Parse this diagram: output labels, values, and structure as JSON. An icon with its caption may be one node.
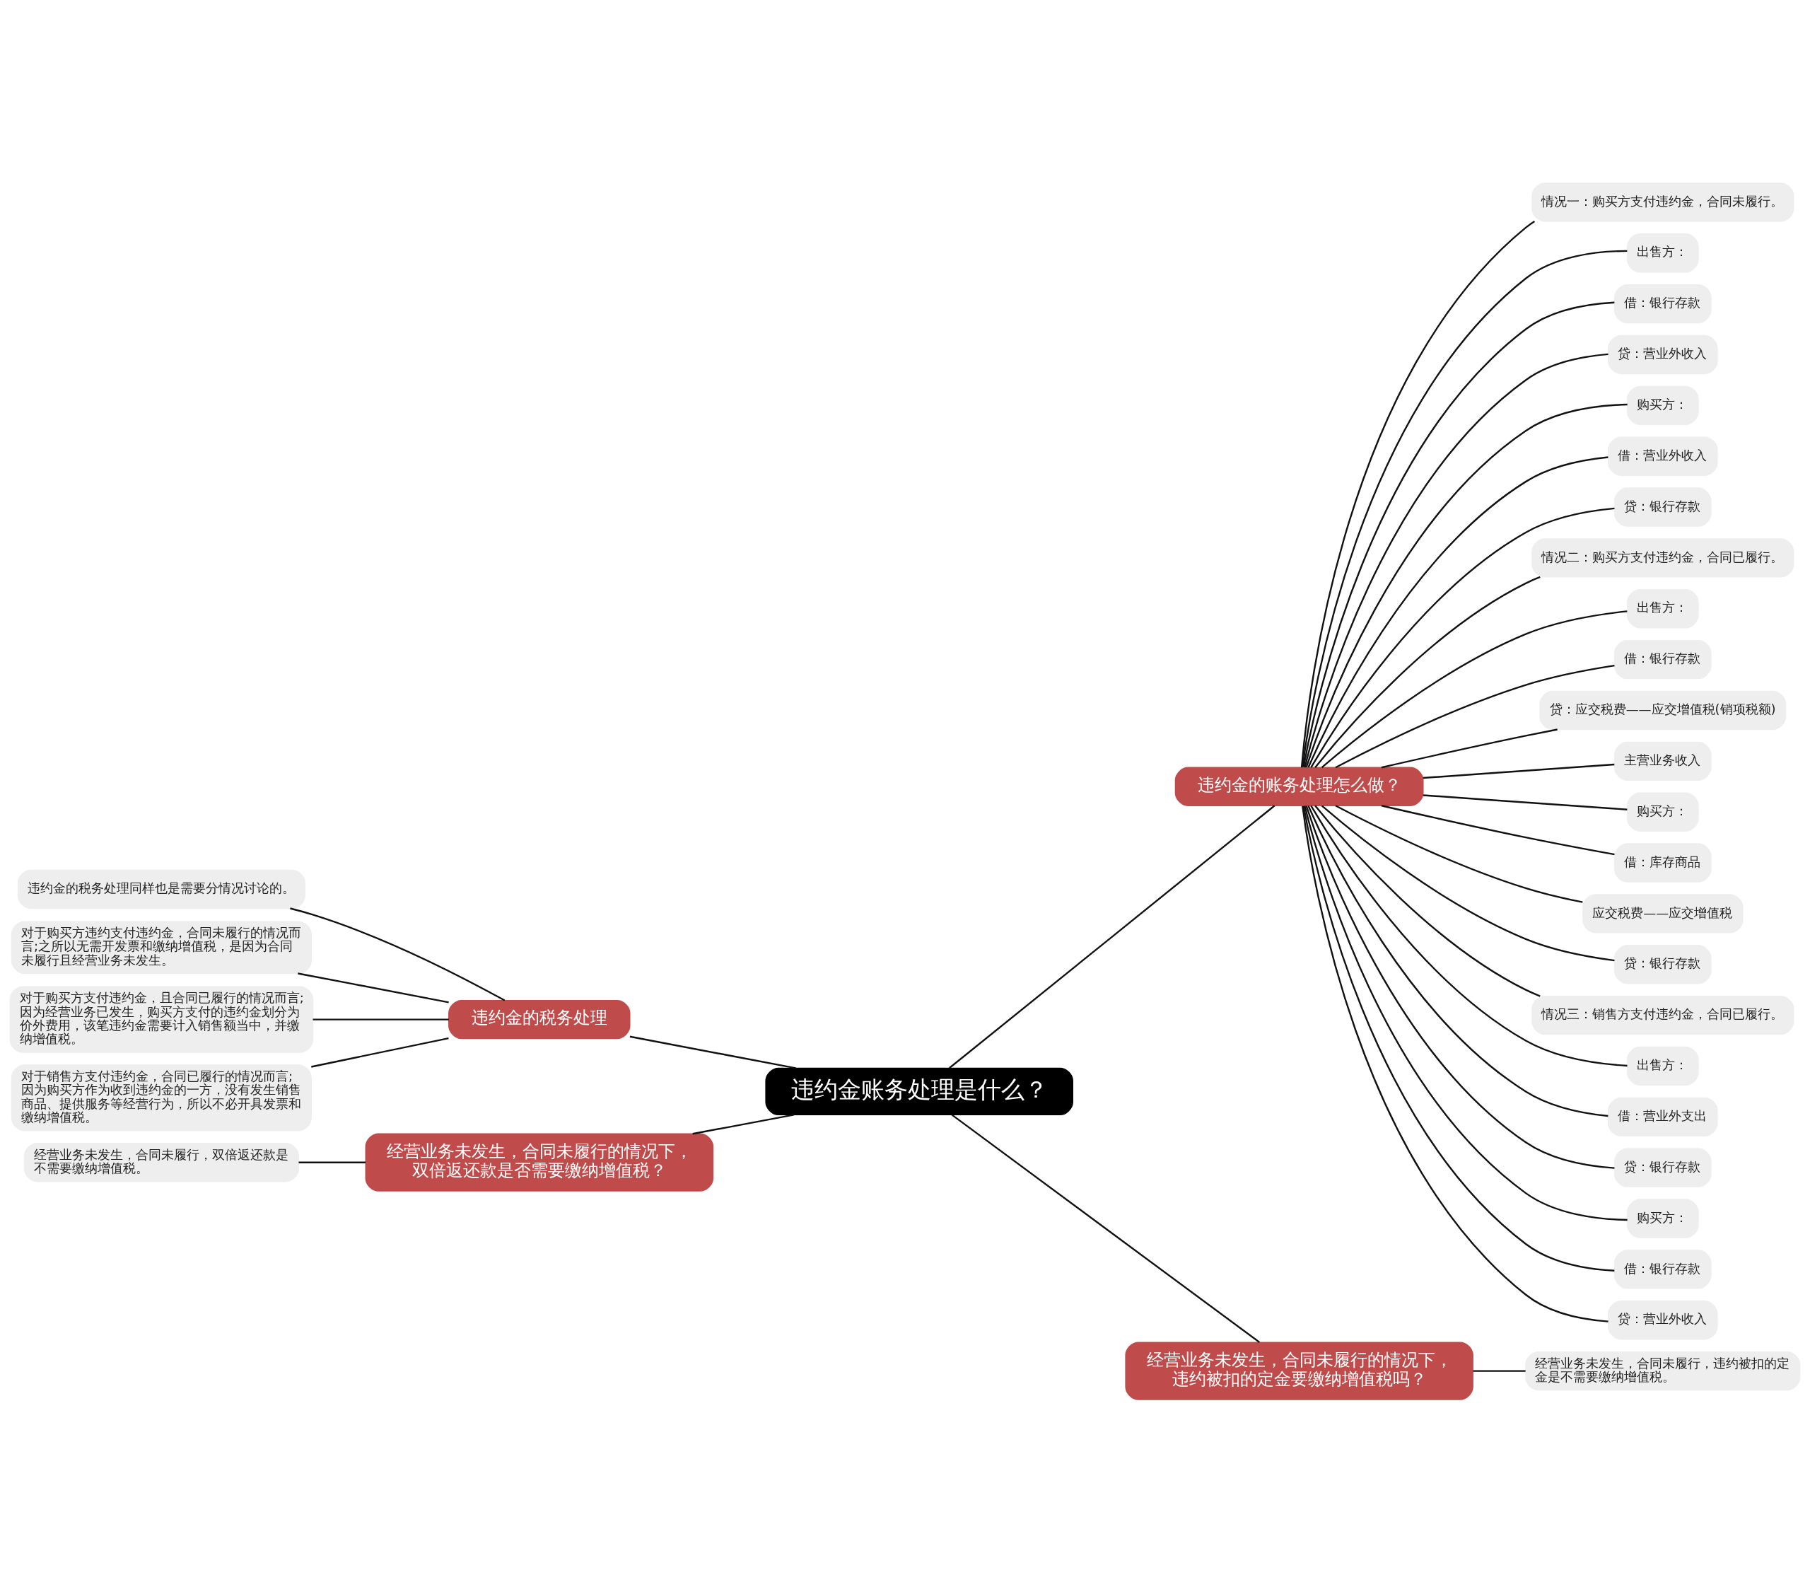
{
  "diagram": {
    "nodes": [
      {
        "text": [
          "违约金账务处理是什么？"
        ]
      },
      {
        "text": [
          "违约金的账务处理怎么做？"
        ]
      },
      {
        "text": [
          "情况一：购买方支付违约金，合同未履行。"
        ]
      },
      {
        "text": [
          "出售方："
        ]
      },
      {
        "text": [
          "借：银行存款"
        ]
      },
      {
        "text": [
          "贷：营业外收入"
        ]
      },
      {
        "text": [
          "购买方："
        ]
      },
      {
        "text": [
          "借：营业外收入"
        ]
      },
      {
        "text": [
          "贷：银行存款"
        ]
      },
      {
        "text": [
          "情况二：购买方支付违约金，合同已履行。"
        ]
      },
      {
        "text": [
          "出售方："
        ]
      },
      {
        "text": [
          "借：银行存款"
        ]
      },
      {
        "text": [
          "贷：应交税费——应交增值税(销项税额)"
        ]
      },
      {
        "text": [
          "主营业务收入"
        ]
      },
      {
        "text": [
          "购买方："
        ]
      },
      {
        "text": [
          "借：库存商品"
        ]
      },
      {
        "text": [
          "应交税费——应交增值税"
        ]
      },
      {
        "text": [
          "贷：银行存款"
        ]
      },
      {
        "text": [
          "情况三：销售方支付违约金，合同已履行。"
        ]
      },
      {
        "text": [
          "出售方："
        ]
      },
      {
        "text": [
          "借：营业外支出"
        ]
      },
      {
        "text": [
          "贷：银行存款"
        ]
      },
      {
        "text": [
          "购买方："
        ]
      },
      {
        "text": [
          "借：银行存款"
        ]
      },
      {
        "text": [
          "贷：营业外收入"
        ]
      },
      {
        "text": [
          "违约金的税务处理"
        ]
      },
      {
        "text": [
          "违约金的税务处理同样也是需要分情况讨论的。"
        ]
      },
      {
        "text": [
          "对于购买方违约支付违约金，合同未履行的情况而言;之所以无需开发票和缴纳增值税，是因为合同未履行且经营业务未发生。"
        ]
      },
      {
        "text": [
          "对于购买方支付违约金，且合同已履行的情况而言;因为经营业务已发生，购买方支付的违约金划分为价外费用，该笔违约金需要计入销售额当中，并缴纳增值税。"
        ]
      },
      {
        "text": [
          "对于销售方支付违约金，合同已履行的情况而言;因为购买方作为收到违约金的一方，没有发生销售商品、提供服务等经营行为，所以不必开具发票和缴纳增值税。"
        ]
      },
      {
        "text": [
          "经营业务未发生，合同未履行的情况下，双倍返还款是否需要缴纳增值税？"
        ]
      },
      {
        "text": [
          "经营业务未发生，合同未履行，双倍返还款是不需要缴纳增值税。"
        ]
      },
      {
        "text": [
          "经营业务未发生，合同未履行的情况下，违约被扣的定金要缴纳增值税吗？"
        ]
      },
      {
        "text": [
          "经营业务未发生，合同未履行，违约被扣的定金是不需要缴纳增值税。"
        ]
      }
    ],
    "edges": [
      {
        "from": 0,
        "to": 1,
        "arrow": "none"
      },
      {
        "from": 1,
        "to": 2,
        "arrow": "none"
      },
      {
        "from": 1,
        "to": 3,
        "arrow": "none"
      },
      {
        "from": 1,
        "to": 4,
        "arrow": "none"
      },
      {
        "from": 1,
        "to": 5,
        "arrow": "none"
      },
      {
        "from": 1,
        "to": 6,
        "arrow": "none"
      },
      {
        "from": 1,
        "to": 7,
        "arrow": "none"
      },
      {
        "from": 1,
        "to": 8,
        "arrow": "none"
      },
      {
        "from": 1,
        "to": 9,
        "arrow": "none"
      },
      {
        "from": 1,
        "to": 10,
        "arrow": "none"
      },
      {
        "from": 1,
        "to": 11,
        "arrow": "none"
      },
      {
        "from": 1,
        "to": 12,
        "arrow": "none"
      },
      {
        "from": 1,
        "to": 13,
        "arrow": "none"
      },
      {
        "from": 1,
        "to": 14,
        "arrow": "none"
      },
      {
        "from": 1,
        "to": 15,
        "arrow": "none"
      },
      {
        "from": 1,
        "to": 16,
        "arrow": "none"
      },
      {
        "from": 1,
        "to": 17,
        "arrow": "none"
      },
      {
        "from": 1,
        "to": 18,
        "arrow": "none"
      },
      {
        "from": 1,
        "to": 19,
        "arrow": "none"
      },
      {
        "from": 1,
        "to": 20,
        "arrow": "none"
      },
      {
        "from": 1,
        "to": 21,
        "arrow": "none"
      },
      {
        "from": 1,
        "to": 22,
        "arrow": "none"
      },
      {
        "from": 1,
        "to": 23,
        "arrow": "none"
      },
      {
        "from": 1,
        "to": 24,
        "arrow": "none"
      },
      {
        "from": 0,
        "to": 25,
        "arrow": "none"
      },
      {
        "from": 25,
        "to": 26,
        "arrow": "none"
      },
      {
        "from": 25,
        "to": 27,
        "arrow": "none"
      },
      {
        "from": 25,
        "to": 28,
        "arrow": "none"
      },
      {
        "from": 25,
        "to": 29,
        "arrow": "none"
      },
      {
        "from": 0,
        "to": 30,
        "arrow": "none"
      },
      {
        "from": 30,
        "to": 31,
        "arrow": "none"
      },
      {
        "from": 0,
        "to": 32,
        "arrow": "none"
      },
      {
        "from": 32,
        "to": 33,
        "arrow": "none"
      }
    ]
  }
}
